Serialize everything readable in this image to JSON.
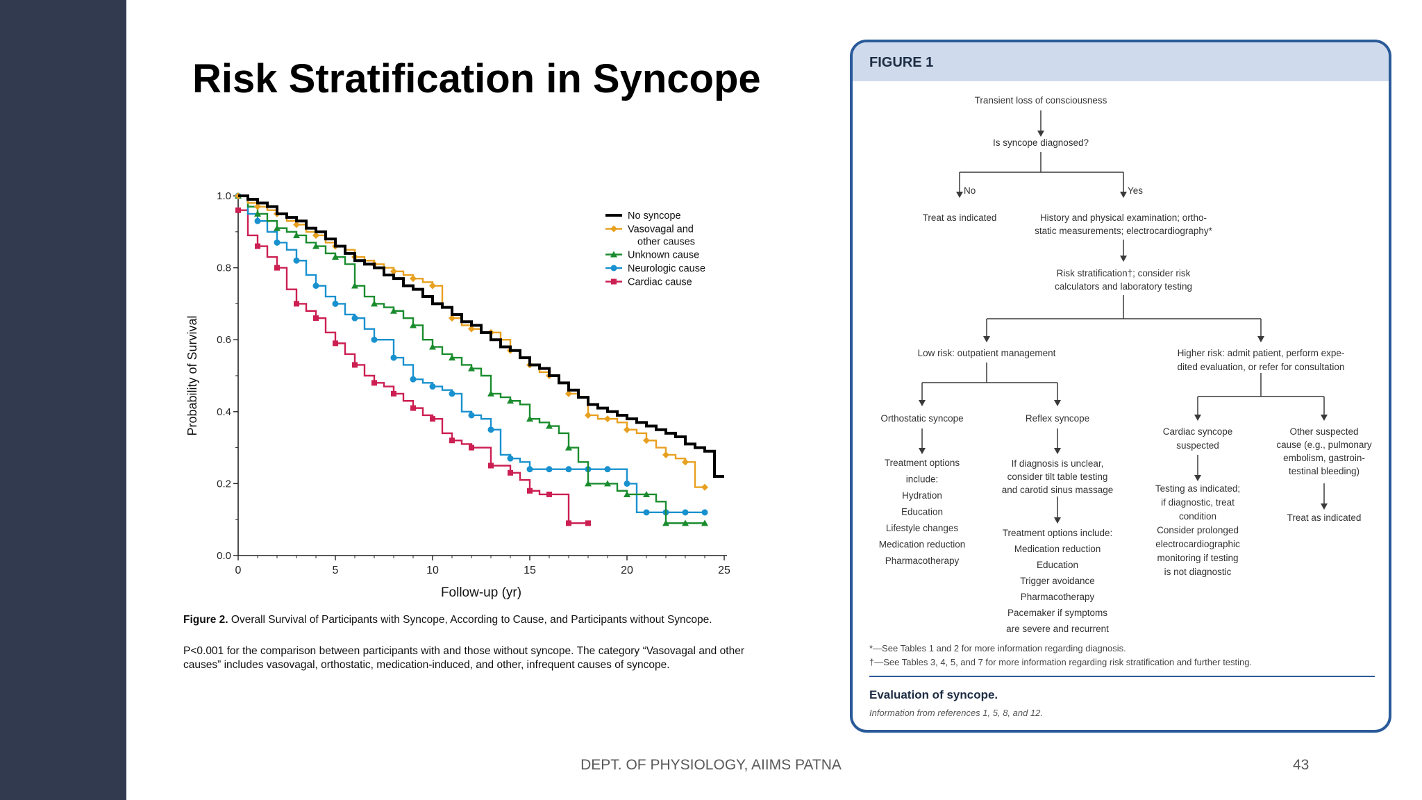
{
  "slide": {
    "title": "Risk Stratification in Syncope",
    "footer": "DEPT. OF PHYSIOLOGY, AIIMS PATNA",
    "page_number": "43",
    "colors": {
      "sidebar": "#323a50",
      "panel_border": "#2a5a99",
      "panel_header": "#cfdbec"
    }
  },
  "chart_data": {
    "type": "line",
    "step": true,
    "xlabel": "Follow-up (yr)",
    "ylabel": "Probability of Survival",
    "xlim": [
      0,
      25
    ],
    "ylim": [
      0,
      1.0
    ],
    "xticks": [
      0,
      5,
      10,
      15,
      20,
      25
    ],
    "yticks": [
      0.0,
      0.2,
      0.4,
      0.6,
      0.8,
      1.0
    ],
    "ytick_labels": [
      "0.0",
      "0.2",
      "0.4",
      "0.6",
      "0.8",
      "1.0"
    ],
    "grid": false,
    "legend": "top-right",
    "series": [
      {
        "name": "No syncope",
        "color": "#000000",
        "marker": "none",
        "x": [
          0,
          0.5,
          1,
          1.5,
          2,
          2.5,
          3,
          3.5,
          4,
          4.5,
          5,
          5.5,
          6,
          6.5,
          7,
          7.5,
          8,
          8.5,
          9,
          9.5,
          10,
          10.5,
          11,
          11.5,
          12,
          12.5,
          13,
          13.5,
          14,
          14.5,
          15,
          15.5,
          16,
          16.5,
          17,
          17.5,
          18,
          18.5,
          19,
          19.5,
          20,
          20.5,
          21,
          21.5,
          22,
          22.5,
          23,
          23.5,
          24,
          24.5,
          25
        ],
        "y": [
          1.0,
          0.99,
          0.98,
          0.97,
          0.95,
          0.94,
          0.93,
          0.91,
          0.9,
          0.88,
          0.86,
          0.84,
          0.82,
          0.81,
          0.8,
          0.78,
          0.77,
          0.75,
          0.74,
          0.72,
          0.7,
          0.69,
          0.67,
          0.65,
          0.64,
          0.62,
          0.6,
          0.58,
          0.57,
          0.55,
          0.53,
          0.52,
          0.5,
          0.48,
          0.46,
          0.44,
          0.42,
          0.41,
          0.4,
          0.39,
          0.38,
          0.37,
          0.36,
          0.35,
          0.34,
          0.33,
          0.31,
          0.3,
          0.29,
          0.22,
          0.22
        ]
      },
      {
        "name": "Vasovagal and other causes",
        "color": "#e8a020",
        "marker": "diamond",
        "x": [
          0,
          0.5,
          1,
          1.5,
          2,
          2.5,
          3,
          3.5,
          4,
          4.5,
          5,
          5.5,
          6,
          6.5,
          7,
          7.5,
          8,
          8.5,
          9,
          9.5,
          10,
          10.5,
          11,
          11.5,
          12,
          12.5,
          13,
          13.5,
          14,
          14.5,
          15,
          15.5,
          16,
          16.5,
          17,
          17.5,
          18,
          18.5,
          19,
          19.5,
          20,
          20.5,
          21,
          21.5,
          22,
          22.5,
          23,
          23.5,
          24
        ],
        "y": [
          1.0,
          0.98,
          0.97,
          0.96,
          0.95,
          0.93,
          0.92,
          0.9,
          0.89,
          0.87,
          0.86,
          0.85,
          0.83,
          0.82,
          0.81,
          0.8,
          0.79,
          0.78,
          0.77,
          0.76,
          0.75,
          0.69,
          0.66,
          0.64,
          0.63,
          0.62,
          0.62,
          0.6,
          0.57,
          0.55,
          0.53,
          0.51,
          0.5,
          0.48,
          0.45,
          0.44,
          0.39,
          0.38,
          0.38,
          0.37,
          0.35,
          0.34,
          0.32,
          0.3,
          0.28,
          0.27,
          0.26,
          0.19,
          0.19
        ]
      },
      {
        "name": "Unknown cause",
        "color": "#1a8c2e",
        "marker": "triangle",
        "x": [
          0,
          0.5,
          1,
          1.5,
          2,
          2.5,
          3,
          3.5,
          4,
          4.5,
          5,
          5.5,
          6,
          6.5,
          7,
          7.5,
          8,
          8.5,
          9,
          9.5,
          10,
          10.5,
          11,
          11.5,
          12,
          12.5,
          13,
          13.5,
          14,
          14.5,
          15,
          15.5,
          16,
          16.5,
          17,
          17.5,
          18,
          18.5,
          19,
          19.5,
          20,
          20.5,
          21,
          21.5,
          22,
          22.5,
          23,
          23.5,
          24
        ],
        "y": [
          1.0,
          0.97,
          0.95,
          0.93,
          0.91,
          0.9,
          0.89,
          0.87,
          0.86,
          0.84,
          0.83,
          0.81,
          0.75,
          0.72,
          0.7,
          0.69,
          0.68,
          0.66,
          0.64,
          0.6,
          0.58,
          0.56,
          0.55,
          0.53,
          0.52,
          0.5,
          0.45,
          0.44,
          0.43,
          0.42,
          0.38,
          0.37,
          0.36,
          0.34,
          0.3,
          0.26,
          0.2,
          0.2,
          0.2,
          0.18,
          0.17,
          0.17,
          0.17,
          0.15,
          0.09,
          0.09,
          0.09,
          0.09,
          0.09
        ]
      },
      {
        "name": "Neurologic cause",
        "color": "#1991cf",
        "marker": "circle",
        "x": [
          0,
          0.5,
          1,
          1.5,
          2,
          2.5,
          3,
          3.5,
          4,
          4.5,
          5,
          5.5,
          6,
          6.5,
          7,
          7.5,
          8,
          8.5,
          9,
          9.5,
          10,
          10.5,
          11,
          11.5,
          12,
          12.5,
          13,
          13.5,
          14,
          14.5,
          15,
          15.5,
          16,
          16.5,
          17,
          17.5,
          18,
          18.5,
          19,
          19.5,
          20,
          20.5,
          21,
          21.5,
          22,
          22.5,
          23,
          23.5,
          24
        ],
        "y": [
          1.0,
          0.95,
          0.93,
          0.9,
          0.87,
          0.85,
          0.82,
          0.78,
          0.75,
          0.72,
          0.7,
          0.67,
          0.66,
          0.63,
          0.6,
          0.6,
          0.55,
          0.53,
          0.49,
          0.48,
          0.47,
          0.46,
          0.45,
          0.4,
          0.39,
          0.38,
          0.35,
          0.28,
          0.27,
          0.26,
          0.24,
          0.24,
          0.24,
          0.24,
          0.24,
          0.24,
          0.24,
          0.24,
          0.24,
          0.24,
          0.2,
          0.12,
          0.12,
          0.12,
          0.12,
          0.12,
          0.12,
          0.12,
          0.12
        ]
      },
      {
        "name": "Cardiac cause",
        "color": "#cc1f52",
        "marker": "square",
        "x": [
          0,
          0.5,
          1,
          1.5,
          2,
          2.5,
          3,
          3.5,
          4,
          4.5,
          5,
          5.5,
          6,
          6.5,
          7,
          7.5,
          8,
          8.5,
          9,
          9.5,
          10,
          10.5,
          11,
          11.5,
          12,
          12.5,
          13,
          13.5,
          14,
          14.5,
          15,
          15.5,
          16,
          16.5,
          17,
          17.5,
          18
        ],
        "y": [
          0.96,
          0.89,
          0.86,
          0.83,
          0.8,
          0.74,
          0.7,
          0.68,
          0.66,
          0.62,
          0.59,
          0.56,
          0.53,
          0.5,
          0.48,
          0.47,
          0.45,
          0.43,
          0.41,
          0.39,
          0.38,
          0.34,
          0.32,
          0.31,
          0.3,
          0.3,
          0.25,
          0.25,
          0.23,
          0.21,
          0.18,
          0.17,
          0.17,
          0.17,
          0.09,
          0.09,
          0.09
        ]
      }
    ],
    "caption_title": "Figure 2. Overall Survival of Participants with Syncope, According to Cause, and Participants without Syncope.",
    "caption_note": "P<0.001 for the comparison between participants with and those without syncope. The category “Vasovagal and other causes” includes vasovagal, orthostatic, medication-induced, and other, infrequent causes of syncope."
  },
  "flowchart": {
    "label": "FIGURE 1",
    "start": "Transient loss of consciousness",
    "question": "Is syncope diagnosed?",
    "no_label": "No",
    "yes_label": "Yes",
    "no_action": "Treat as indicated",
    "history": [
      "History and physical examination; ortho-",
      "static measurements; electrocardiography*"
    ],
    "risk_strat": [
      "Risk stratification†; consider risk",
      "calculators and laboratory testing"
    ],
    "low_risk": "Low risk: outpatient management",
    "high_risk": [
      "Higher risk: admit patient, perform expe-",
      "dited evaluation, or refer for consultation"
    ],
    "orthostatic": {
      "title": "Orthostatic syncope",
      "lines": [
        "Treatment options",
        "include:",
        "Hydration",
        "Education",
        "Lifestyle changes",
        "Medication reduction",
        "Pharmacotherapy"
      ]
    },
    "reflex": {
      "title": "Reflex syncope",
      "lines1": [
        "If diagnosis is unclear,",
        "consider tilt table testing",
        "and carotid sinus massage"
      ],
      "lines2": [
        "Treatment options include:",
        "Medication reduction",
        "Education",
        "Trigger avoidance",
        "Pharmacotherapy",
        "Pacemaker if symptoms",
        "are severe and recurrent"
      ]
    },
    "cardiac": {
      "title": [
        "Cardiac syncope",
        "suspected"
      ],
      "lines": [
        "Testing as indicated;",
        "if diagnostic, treat",
        "condition",
        "Consider prolonged",
        "electrocardiographic",
        "monitoring if testing",
        "is not diagnostic"
      ]
    },
    "other": {
      "title": [
        "Other suspected",
        "cause (e.g., pulmonary",
        "embolism, gastroin-",
        "testinal bleeding)"
      ],
      "action": "Treat as indicated"
    },
    "footnote1": "*—See Tables 1 and 2 for more information regarding diagnosis.",
    "footnote2": "†—See Tables 3, 4, 5, and 7 for more information regarding risk stratification and further testing.",
    "caption": "Evaluation of syncope.",
    "source": "Information from references 1, 5, 8, and 12."
  }
}
